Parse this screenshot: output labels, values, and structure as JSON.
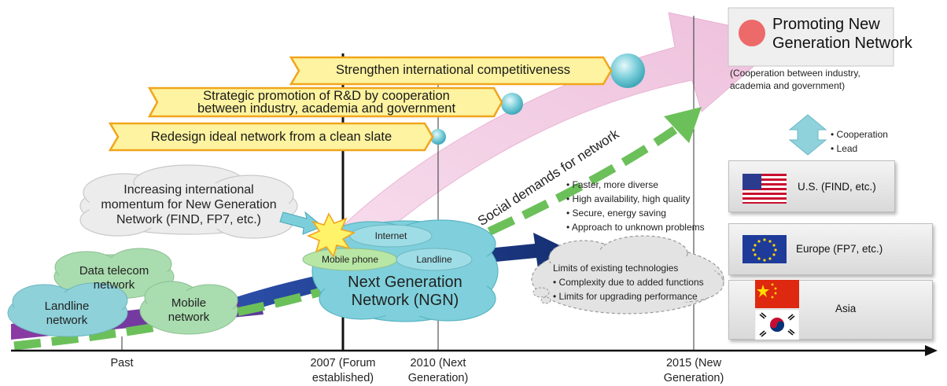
{
  "banners": {
    "top": "Strengthen international competitiveness",
    "middle_line1": "Strategic promotion of R&D by cooperation",
    "middle_line2": "between industry, academia and government",
    "bottom": "Redesign ideal network from a clean slate"
  },
  "momentum_cloud": {
    "line1": "Increasing international",
    "line2": "momentum for New Generation",
    "line3": "Network (FIND, FP7, etc.)"
  },
  "past_clouds": {
    "data_telecom": [
      "Data telecom",
      "network"
    ],
    "landline": [
      "Landline",
      "network"
    ],
    "mobile": [
      "Mobile",
      "network"
    ]
  },
  "ngn": {
    "internet": "Internet",
    "mobile_phone": "Mobile phone",
    "landline": "Landline",
    "title_line1": "Next Generation",
    "title_line2": "Network (NGN)"
  },
  "social_demands": {
    "label": "Social demands for network",
    "bullets": [
      "• Faster, more diverse",
      "• High availability, high quality",
      "• Secure, energy saving",
      "• Approach to unknown problems"
    ]
  },
  "limits": {
    "title": "Limits of existing technologies",
    "bullets": [
      "• Complexity due to added functions",
      "• Limits for upgrading performance"
    ]
  },
  "promo": {
    "title_line1": "Promoting New",
    "title_line2": "Generation Network",
    "subtitle_line1": "(Cooperation between industry,",
    "subtitle_line2": "academia and government)"
  },
  "cooperation": {
    "items": [
      "• Cooperation",
      "• Lead"
    ]
  },
  "regions": {
    "us": "U.S. (FIND, etc.)",
    "europe": "Europe (FP7, etc.)",
    "asia": "Asia"
  },
  "timeline": {
    "past": "Past",
    "y2007_line1": "2007 (Forum",
    "y2007_line2": "established)",
    "y2010_line1": "2010 (Next",
    "y2010_line2": "Generation)",
    "y2015_line1": "2015 (New",
    "y2015_line2": "Generation)"
  },
  "colors": {
    "banner_fill": "#fdf3a0",
    "banner_border": "#f1a51c",
    "pink_arrow": "#f1c9e0",
    "green_dash": "#6cc05a",
    "navy_arrow": "#17387f",
    "ngn_cloud": "#7fd0dc",
    "past_cloud": "#a9dcae",
    "gray_cloud": "#e3e3e3",
    "sphere": "#7ccfda",
    "promo_dot": "#ec6a6a"
  },
  "icons": [
    "burst-icon",
    "sphere-icon",
    "double-arrow-icon",
    "us-flag-icon",
    "eu-flag-icon",
    "china-flag-icon",
    "korea-flag-icon"
  ]
}
